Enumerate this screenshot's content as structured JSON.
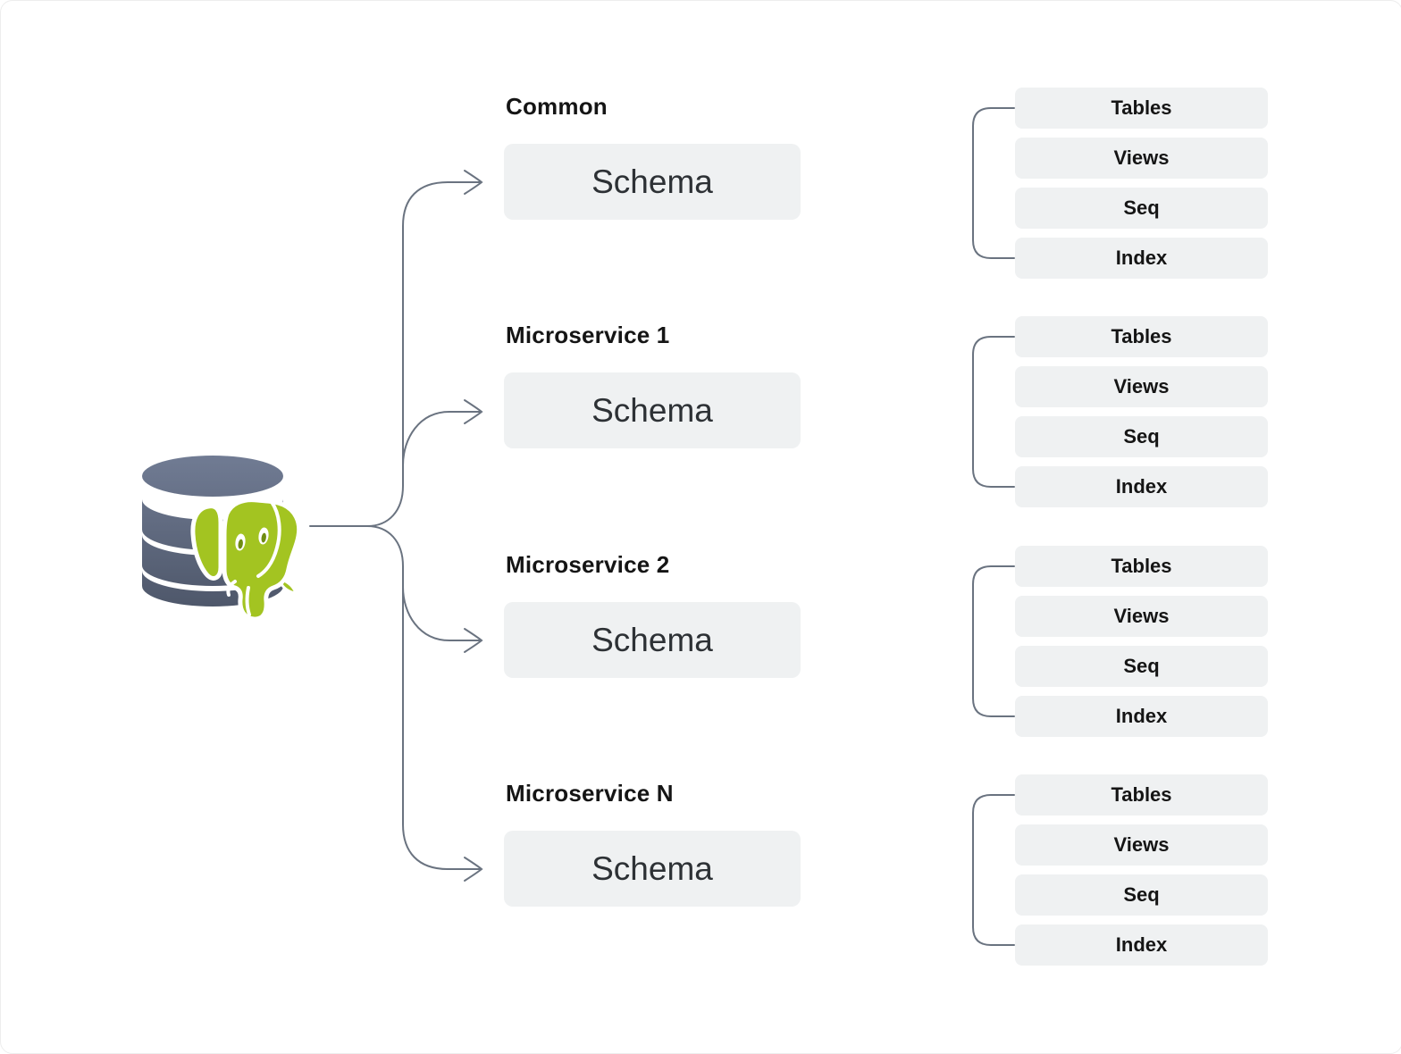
{
  "database": {
    "icon": "postgresql-database-icon",
    "colors": {
      "cylinder_top": "#6f7a92",
      "cylinder_bottom": "#4e576a",
      "elephant_green": "#a3c421",
      "elephant_eye_green": "#6f8c12"
    }
  },
  "connectors": {
    "color": "#6a7380",
    "style": "curved-branching-arrows"
  },
  "boxes": {
    "fill": "#eff1f2",
    "label_text_color": "#151515",
    "schema_text_color": "#2d3135"
  },
  "groups": [
    {
      "label": "Common",
      "schema": "Schema",
      "objects": [
        "Tables",
        "Views",
        "Seq",
        "Index"
      ]
    },
    {
      "label": "Microservice 1",
      "schema": "Schema",
      "objects": [
        "Tables",
        "Views",
        "Seq",
        "Index"
      ]
    },
    {
      "label": "Microservice 2",
      "schema": "Schema",
      "objects": [
        "Tables",
        "Views",
        "Seq",
        "Index"
      ]
    },
    {
      "label": "Microservice N",
      "schema": "Schema",
      "objects": [
        "Tables",
        "Views",
        "Seq",
        "Index"
      ]
    }
  ]
}
